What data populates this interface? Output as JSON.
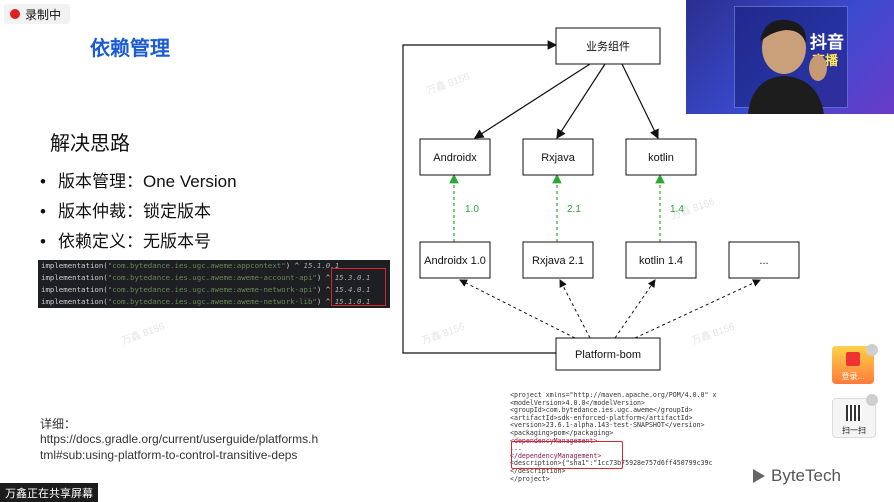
{
  "recording": {
    "label": "录制中"
  },
  "slide": {
    "title": "依赖管理",
    "solution_heading": "解决思路",
    "bullets": [
      "版本管理：One Version",
      "版本仲裁：锁定版本",
      "依赖定义：无版本号"
    ],
    "code_lines": [
      {
        "prefix": "implementation(",
        "artifact": "\"com.bytedance.ies.ugc.aweme:appcontext\"",
        "suffix": ") ^",
        "version": "15.1.0.1"
      },
      {
        "prefix": "implementation(",
        "artifact": "\"com.bytedance.ies.ugc.aweme:aweme-account-api\"",
        "suffix": ") ^",
        "version": "15.3.0.1"
      },
      {
        "prefix": "implementation(",
        "artifact": "\"com.bytedance.ies.ugc.aweme:aweme-network-api\"",
        "suffix": ") ^",
        "version": "15.4.0.1"
      },
      {
        "prefix": "implementation(",
        "artifact": "\"com.bytedance.ies.ugc.aweme:aweme-network-lib\"",
        "suffix": ") ^",
        "version": "15.1.0.1"
      }
    ],
    "detail_label": "详细：",
    "detail_url": "https://docs.gradle.org/current/userguide/platforms.html#sub:using-platform-to-control-transitive-deps",
    "watermark": "万鑫 8156"
  },
  "diagram": {
    "top": "业务组件",
    "libs": [
      "Androidx",
      "Rxjava",
      "kotlin"
    ],
    "versions": [
      "Androidx 1.0",
      "Rxjava 2.1",
      "kotlin 1.4",
      "..."
    ],
    "edge_labels": [
      "1.0",
      "2.1",
      "1.4"
    ],
    "bom": "Platform-bom"
  },
  "xml": {
    "lines": [
      "<project xmlns=\"http://maven.apache.org/POM/4.0.0\" x",
      "  <modelVersion>4.0.0</modelVersion>",
      "  <groupId>com.bytedance.ies.ugc.aweme</groupId>",
      "  <artifactId>sdk-enforced-platform</artifactId>",
      "  <version>23.6.1-alpha.143-test-SNAPSHOT</version>",
      "  <packaging>pom</packaging>",
      "  <dependencyManagement>",
      "    ...",
      "  </dependencyManagement>",
      "  <description>{\"sha1\":\"1cc73b75928e757d6ff450799c39c",
      "  </description>",
      "</project>"
    ]
  },
  "video": {
    "text1": "抖音",
    "text2": "直播"
  },
  "branding": {
    "logo": "ByteTech"
  },
  "sharing": {
    "label": "万鑫正在共享屏幕"
  },
  "side": {
    "label1": "登录...",
    "label2": "扫一扫"
  },
  "colors": {
    "title_blue": "#1a5bd6",
    "highlight_red": "#d9262a",
    "edge_green": "#2aa833"
  }
}
